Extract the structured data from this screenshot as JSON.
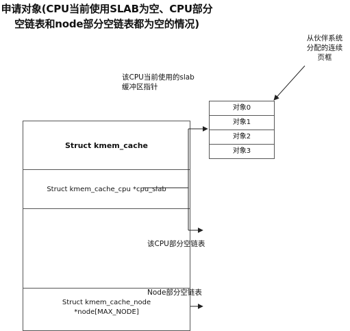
{
  "title_line1": "申请对象(CPU当前使用SLAB为空、CPU部分",
  "title_line2": "空链表和node部分空链表都为空的情况)",
  "buddy_label": [
    "从伙伴系统",
    "分配的连续",
    "页框"
  ],
  "cpu_slab_label": [
    "该CPU当前使用的slab",
    "缓冲区指针"
  ],
  "struct": {
    "header": "Struct kmem_cache",
    "cpu_slab": "Struct kmem_cache_cpu *cpu_slab",
    "node_line1": "Struct kmem_cache_node",
    "node_line2": "*node[MAX_NODE]"
  },
  "objects": [
    "对象0",
    "对象1",
    "对象2",
    "对象3"
  ],
  "cpu_partial_label": "该CPU部分空链表",
  "node_partial_label": "Node部分空链表"
}
